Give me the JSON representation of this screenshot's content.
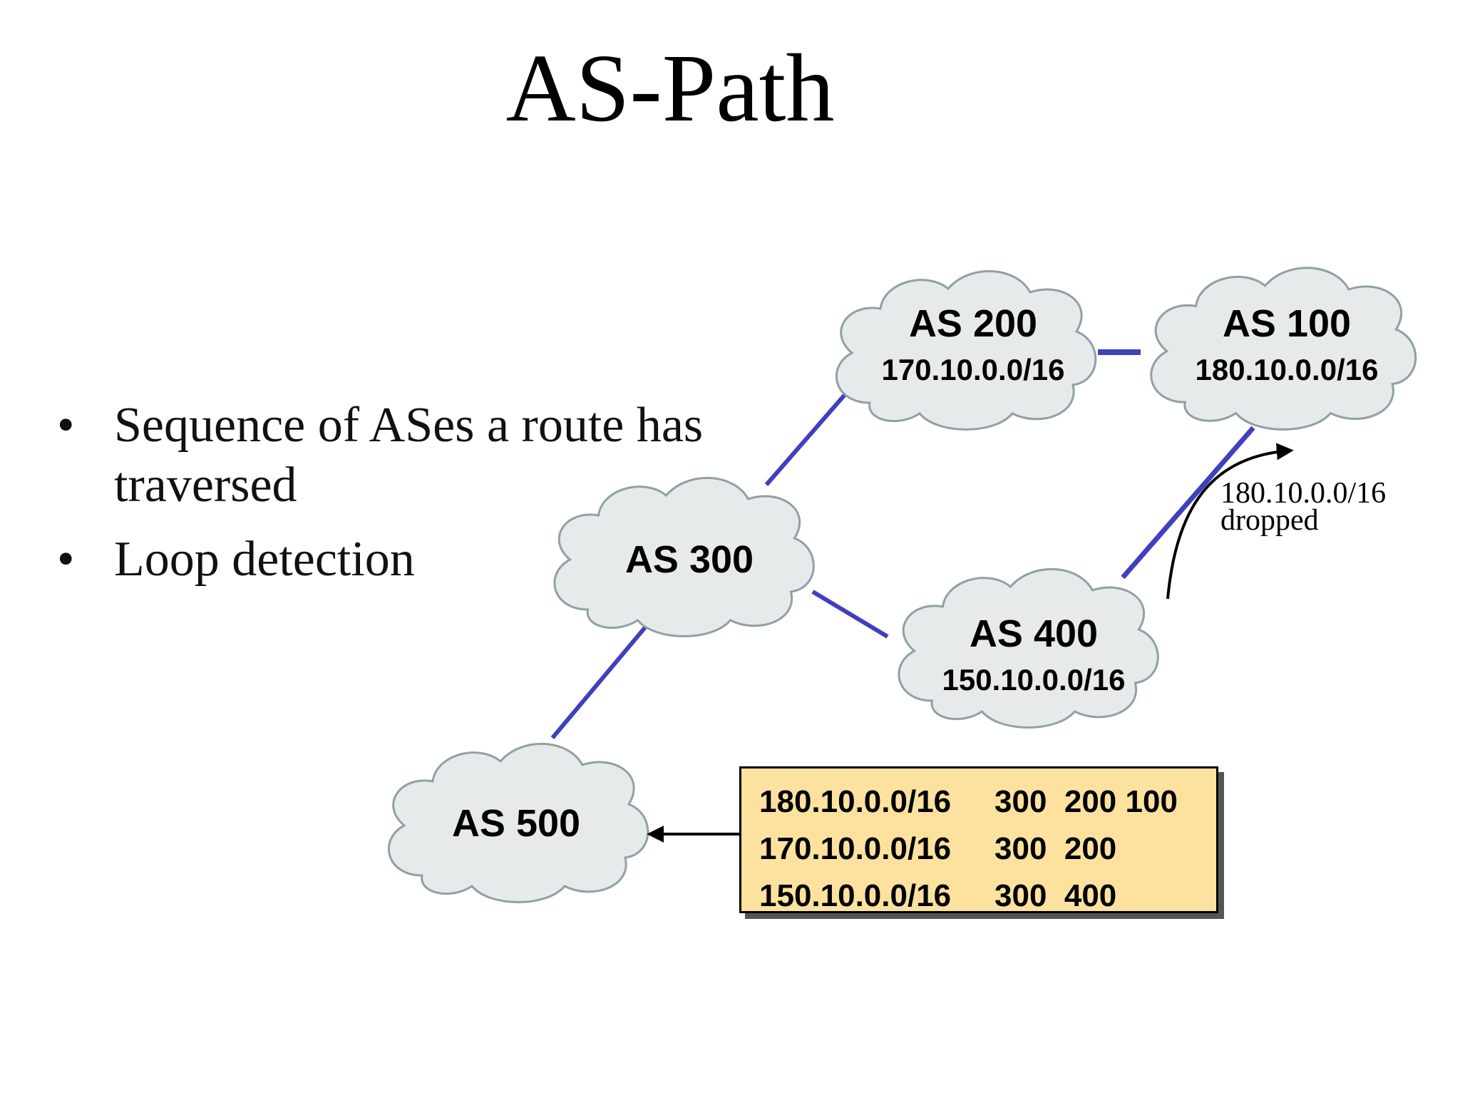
{
  "title": "AS-Path",
  "bullets": [
    {
      "marker": "•",
      "text": "Sequence of ASes a route has traversed"
    },
    {
      "marker": "•",
      "text": "Loop detection"
    }
  ],
  "clouds": {
    "as200": {
      "name": "AS 200",
      "network": "170.10.0.0/16"
    },
    "as100": {
      "name": "AS 100",
      "network": "180.10.0.0/16"
    },
    "as300": {
      "name": "AS 300"
    },
    "as400": {
      "name": "AS 400",
      "network": "150.10.0.0/16"
    },
    "as500": {
      "name": "AS 500"
    }
  },
  "dropped_note": {
    "network": "180.10.0.0/16",
    "label": "dropped"
  },
  "routing_table": [
    {
      "network": "180.10.0.0/16",
      "as_path": "300  200 100"
    },
    {
      "network": "170.10.0.0/16",
      "as_path": "300  200"
    },
    {
      "network": "150.10.0.0/16",
      "as_path": "300  400"
    }
  ],
  "colors": {
    "cloud_fill": "#e6eaeb",
    "cloud_stroke": "#8fa1a3",
    "link": "#3f3fbf",
    "table_fill": "#fde29f"
  }
}
